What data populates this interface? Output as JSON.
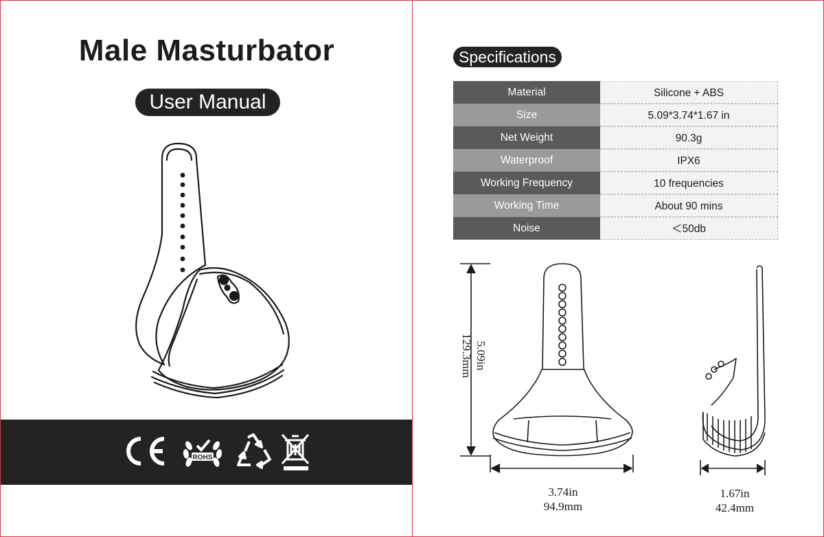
{
  "left_page": {
    "title": "Male Masturbator",
    "subtitle": "User Manual",
    "certifications": {
      "ce": "CE",
      "rohs": "ROHS"
    }
  },
  "right_page": {
    "section_title": "Specifications",
    "specs": [
      {
        "key": "Material",
        "value": "Silicone + ABS"
      },
      {
        "key": "Size",
        "value": "5.09*3.74*1.67 in"
      },
      {
        "key": "Net Weight",
        "value": "90.3g"
      },
      {
        "key": "Waterproof",
        "value": "IPX6"
      },
      {
        "key": "Working Frequency",
        "value": "10 frequencies"
      },
      {
        "key": "Working Time",
        "value": "About 90 mins"
      },
      {
        "key": "Noise",
        "value": "＜50db"
      }
    ],
    "dimensions": {
      "height_in": "5.09in",
      "height_mm": "129.3mm",
      "width_in": "3.74in",
      "width_mm": "94.9mm",
      "depth_in": "1.67in",
      "depth_mm": "42.4mm"
    }
  },
  "colors": {
    "dark": "#232323",
    "spec_key_dark": "#5a5a5a",
    "spec_key_light": "#9a9a9a",
    "spec_value_bg": "#f3f3f3",
    "page_border": "#d6334a"
  },
  "icons": [
    "ce-mark-icon",
    "rohs-wreath-icon",
    "recycle-icon",
    "weee-crossed-bin-icon"
  ]
}
